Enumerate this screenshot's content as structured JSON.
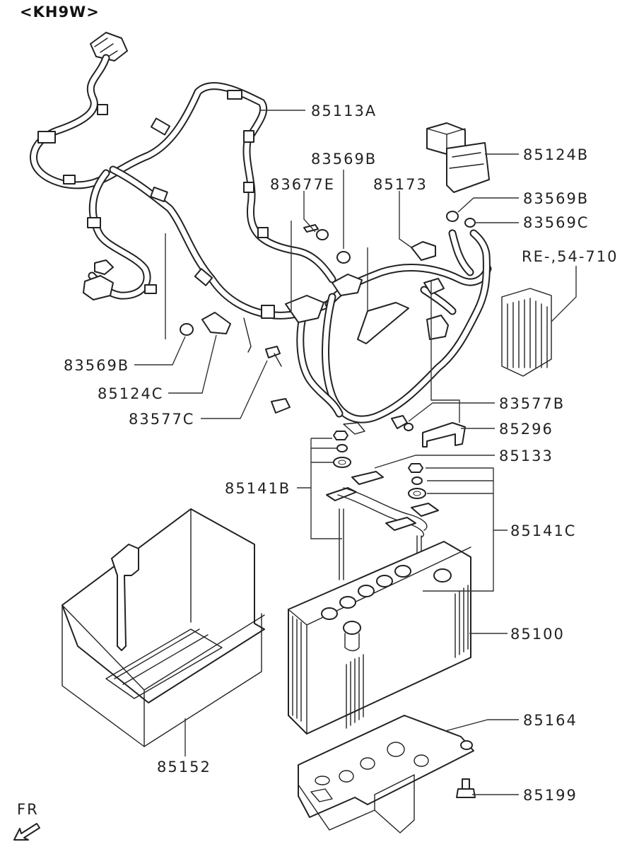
{
  "header": {
    "model_code": "<KH9W>"
  },
  "parts": [
    {
      "id": "85113A"
    },
    {
      "id": "85124B"
    },
    {
      "id": "83569B"
    },
    {
      "id": "83677E"
    },
    {
      "id": "85173"
    },
    {
      "id": "83569B"
    },
    {
      "id": "83569C"
    },
    {
      "id": "RE-,54-710"
    },
    {
      "id": "83569B"
    },
    {
      "id": "85124C"
    },
    {
      "id": "83577C"
    },
    {
      "id": "83577B"
    },
    {
      "id": "85296"
    },
    {
      "id": "85133"
    },
    {
      "id": "85141B"
    },
    {
      "id": "85141C"
    },
    {
      "id": "85100"
    },
    {
      "id": "85164"
    },
    {
      "id": "85152"
    },
    {
      "id": "85199"
    }
  ],
  "direction": {
    "label": "FR"
  }
}
